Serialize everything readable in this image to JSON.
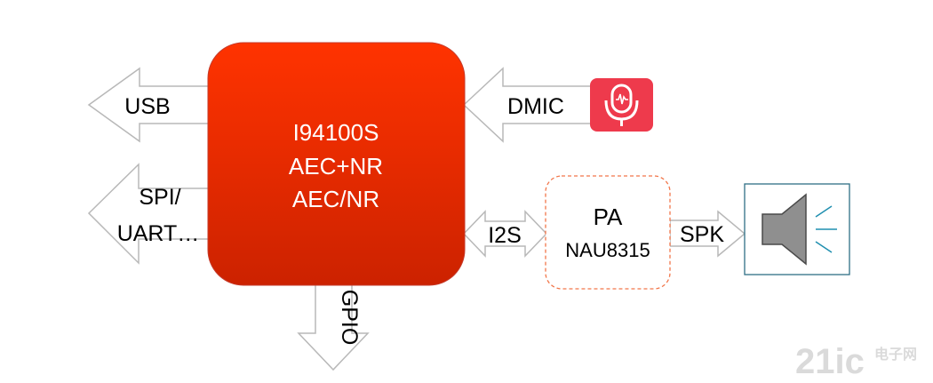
{
  "chip": {
    "lines": [
      "I94100S",
      "AEC+NR",
      "AEC/NR"
    ]
  },
  "interfaces": {
    "usb": "USB",
    "spi_uart_line1": "SPI/",
    "spi_uart_line2": "UART…",
    "gpio": "GPIO",
    "dmic": "DMIC",
    "i2s": "I2S",
    "spk": "SPK"
  },
  "pa": {
    "title": "PA",
    "model": "NAU8315"
  },
  "watermark": {
    "brand": "21ic",
    "cn": "电子网"
  },
  "colors": {
    "chip_top": "#ff3300",
    "chip_bottom": "#cc2200",
    "pa_border": "#f2764a",
    "speaker_border": "#2f6f86",
    "speaker_fill": "#8f8f8f",
    "dmic_bg": "#ee3a4c"
  },
  "icons": {
    "dmic": "microphone-icon",
    "speaker": "speaker-icon"
  }
}
